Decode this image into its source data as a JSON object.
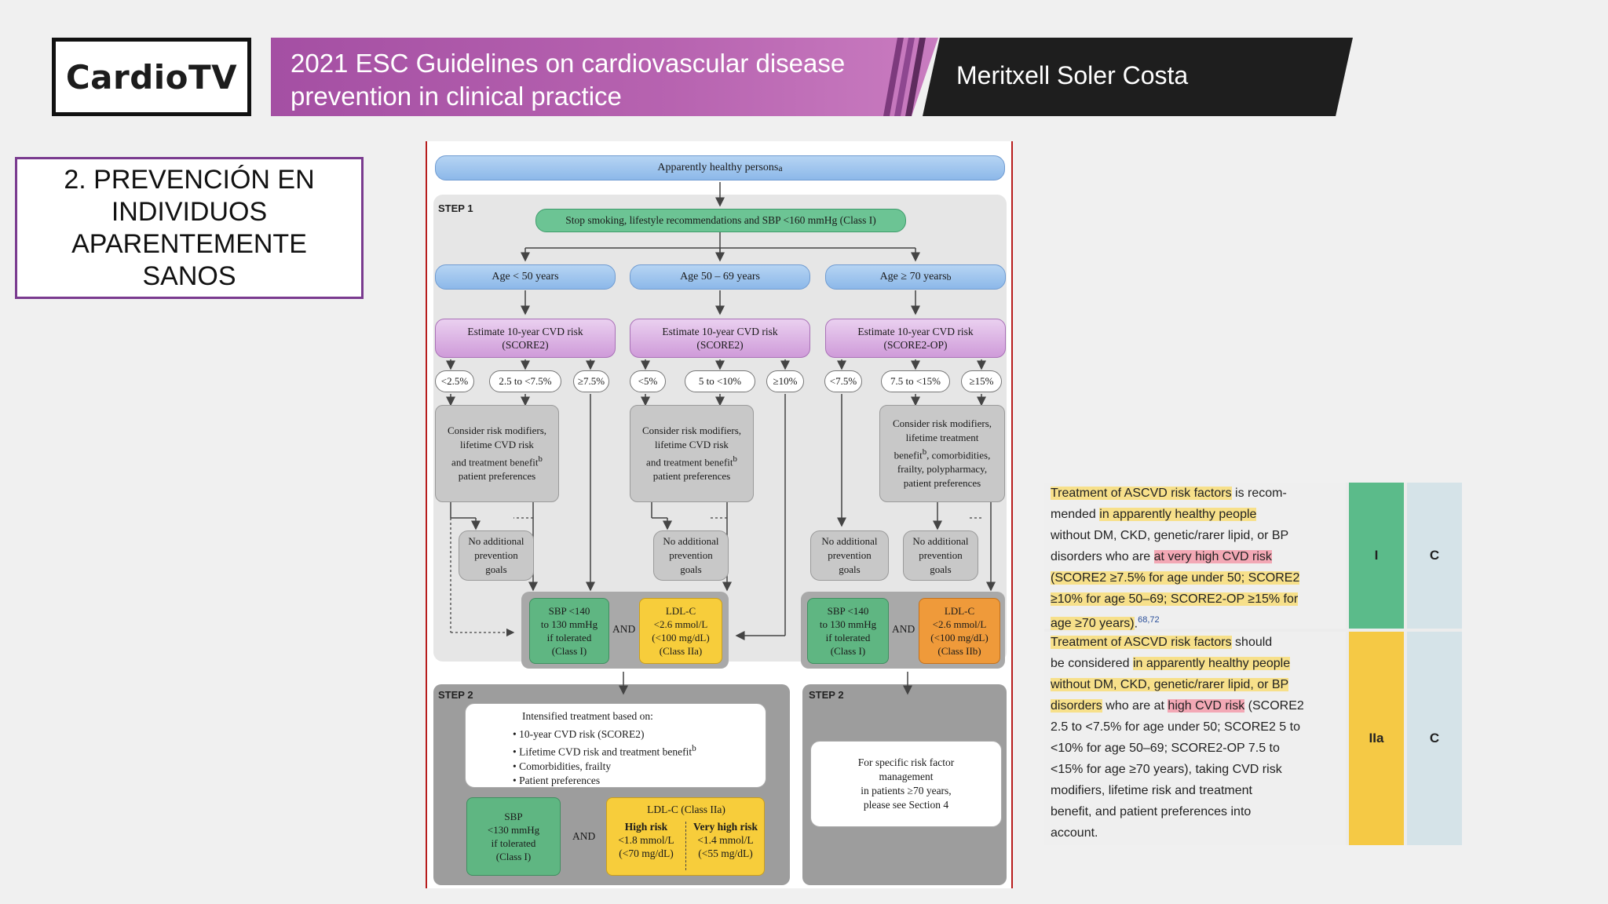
{
  "header": {
    "logo": "CardioTV",
    "title_line1": "2021 ESC Guidelines on cardiovascular disease",
    "title_line2": "prevention in clinical practice",
    "speaker": "Meritxell Soler Costa"
  },
  "section": {
    "line1": "2. PREVENCIÓN EN",
    "line2": "INDIVIDUOS",
    "line3": "APARENTEMENTE",
    "line4": "SANOS"
  },
  "flow": {
    "top": "Apparently healthy persons",
    "top_sup": "a",
    "step1": "STEP 1",
    "step2": "STEP 2",
    "stop": "Stop smoking, lifestyle recommendations and SBP <160 mmHg (Class I)",
    "ages": [
      "Age < 50 years",
      "Age 50 – 69 years",
      "Age ≥ 70 years"
    ],
    "age_sup": "b",
    "estimate_line1": "Estimate 10-year CVD risk",
    "estimate": [
      "(SCORE2)",
      "(SCORE2)",
      "(SCORE2-OP)"
    ],
    "risk_cols": [
      [
        "<2.5%",
        "2.5 to <7.5%",
        "≥7.5%"
      ],
      [
        "<5%",
        "5 to <10%",
        "≥10%"
      ],
      [
        "<7.5%",
        "7.5 to <15%",
        "≥15%"
      ]
    ],
    "modifiers": [
      "Consider risk modifiers,",
      "lifetime CVD risk",
      "and treatment benefit",
      "patient preferences"
    ],
    "modifiers_old": [
      "Consider risk modifiers,",
      "lifetime treatment",
      "benefit",
      ", comorbidities,",
      "frailty, polypharmacy,",
      "patient preferences"
    ],
    "no_prev": [
      "No additional",
      "prevention",
      "goals"
    ],
    "sbp": [
      "SBP <140",
      "to 130 mmHg",
      "if tolerated",
      "(Class I)"
    ],
    "and": "AND",
    "ldl_young": [
      "LDL-C",
      "<2.6 mmol/L",
      "(<100 mg/dL)",
      "(Class IIa)"
    ],
    "ldl_old": [
      "LDL-C",
      "<2.6 mmol/L",
      "(<100 mg/dL)",
      "(Class IIb)"
    ],
    "intensified_title": "Intensified treatment based on:",
    "intensified_items": [
      "10-year CVD risk (SCORE2)",
      "Lifetime CVD risk and treatment benefit",
      "Comorbidities, frailty",
      "Patient preferences"
    ],
    "sbp2": [
      "SBP",
      "<130 mmHg",
      "if tolerated",
      "(Class I)"
    ],
    "ldl2_title": "LDL-C (Class IIa)",
    "high_risk": [
      "High risk",
      "<1.8 mmol/L",
      "(<70 mg/dL)"
    ],
    "very_high_risk": [
      "Very high risk",
      "<1.4 mmol/L",
      "(<55 mg/dL)"
    ],
    "specific": [
      "For specific risk factor",
      "management",
      "in patients ≥70 years,",
      "please see Section 4"
    ]
  },
  "recommendations": [
    {
      "lines": [
        [
          {
            "t": "Treatment of ASCVD risk factors",
            "h": "y"
          },
          {
            "t": " is recom-"
          }
        ],
        [
          {
            "t": "mended "
          },
          {
            "t": "in apparently healthy people",
            "h": "y"
          }
        ],
        [
          {
            "t": "without DM, CKD, genetic/rarer lipid, or BP"
          }
        ],
        [
          {
            "t": "disorders who are "
          },
          {
            "t": "at very high CVD risk",
            "h": "p"
          }
        ],
        [
          {
            "t": "(SCORE2 ≥7.5% for age under 50; SCORE2",
            "h": "y"
          }
        ],
        [
          {
            "t": "≥10% for age 50–69; SCORE2-OP ≥15% for",
            "h": "y"
          }
        ],
        [
          {
            "t": "age ≥70 years)",
            "h": "y"
          },
          {
            "t": "."
          },
          {
            "t": "68,72",
            "sup": true
          }
        ]
      ],
      "class": "I",
      "level": "C",
      "color": "#5bbb8a"
    },
    {
      "lines": [
        [
          {
            "t": "Treatment of ASCVD risk factors",
            "h": "y"
          },
          {
            "t": " should"
          }
        ],
        [
          {
            "t": "be considered "
          },
          {
            "t": "in apparently healthy people",
            "h": "y"
          }
        ],
        [
          {
            "t": "without DM, CKD, genetic/rarer lipid, or BP",
            "h": "y"
          }
        ],
        [
          {
            "t": "disorders",
            "h": "y"
          },
          {
            "t": " who are at "
          },
          {
            "t": "high CVD risk",
            "h": "p"
          },
          {
            "t": " (SCORE2"
          }
        ],
        [
          {
            "t": "2.5 to <7.5% for age under 50; SCORE2 5 to"
          }
        ],
        [
          {
            "t": "<10% for age 50–69; SCORE2-OP 7.5 to"
          }
        ],
        [
          {
            "t": "<15% for age ≥70 years), taking CVD risk"
          }
        ],
        [
          {
            "t": "modifiers, lifetime risk and treatment"
          }
        ],
        [
          {
            "t": "benefit, and patient preferences into"
          }
        ],
        [
          {
            "t": "account."
          }
        ]
      ],
      "class": "IIa",
      "level": "C",
      "color": "#f5c945"
    }
  ],
  "level_color": "#d5e3e8"
}
